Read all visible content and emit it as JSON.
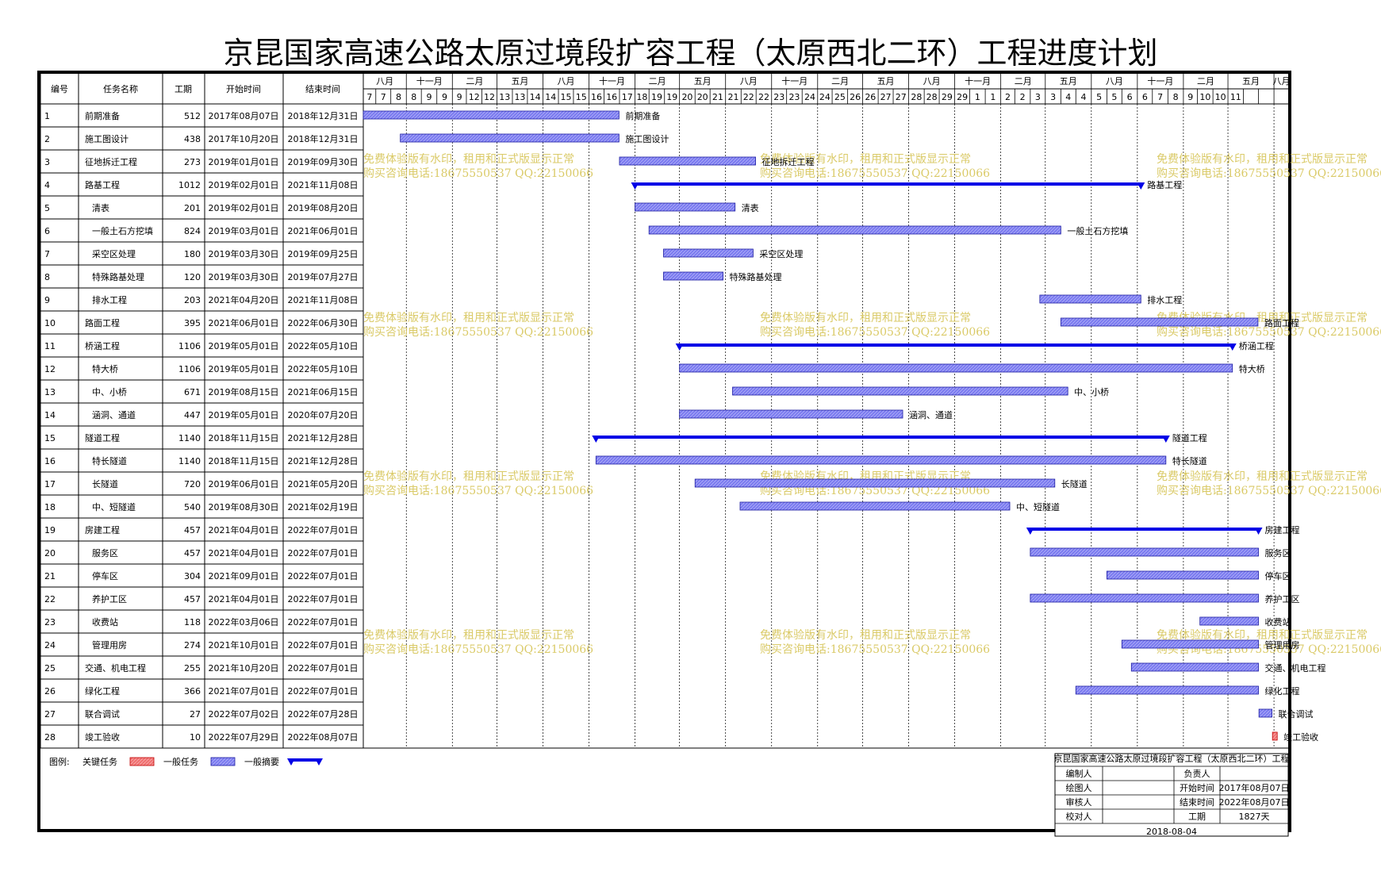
{
  "title": "京昆国家高速公路太原过境段扩容工程（太原西北二环）工程进度计划",
  "colors": {
    "normal_bar": "#7b7bf0",
    "summary_bar": "#0000e6",
    "critical_bar": "#f07070",
    "critical_text": "#e00000",
    "watermark": "#d9c860"
  },
  "table_headers": [
    "编号",
    "任务名称",
    "工期",
    "开始时间",
    "结束时间"
  ],
  "timeline_top": [
    "八月",
    "十一月",
    "二月",
    "五月",
    "八月",
    "十一月",
    "二月",
    "五月",
    "八月",
    "十一月",
    "二月",
    "五月",
    "八月",
    "十一月",
    "二月",
    "五月",
    "八月",
    "十一月",
    "二月",
    "五月",
    "八月"
  ],
  "timeline_bottom": [
    "7",
    "7",
    "8",
    "8",
    "9",
    "9",
    "9",
    "12",
    "12",
    "13",
    "13",
    "14",
    "14",
    "15",
    "15",
    "16",
    "16",
    "17",
    "18",
    "19",
    "19",
    "20",
    "20",
    "21",
    "21",
    "22",
    "22",
    "23",
    "23",
    "24",
    "24",
    "25",
    "26",
    "26",
    "27",
    "27",
    "28",
    "28",
    "29",
    "29",
    "1",
    "1",
    "2",
    "2",
    "3",
    "3",
    "4",
    "4",
    "5",
    "5",
    "6",
    "6",
    "7",
    "8",
    "9",
    "10",
    "10",
    "11"
  ],
  "legend": {
    "label": "图例:",
    "critical": "关键任务",
    "normal": "一般任务",
    "summary": "一般摘要"
  },
  "watermark": {
    "line1": "免费体验版有水印，租用和正式版显示正常",
    "line2": "购买咨询电话:18675550537 QQ:22150066"
  },
  "info_box": {
    "project": "京昆国家高速公路太原过境段扩容工程（太原西北二环）工程",
    "rows": [
      [
        "编制人",
        "",
        "负责人",
        ""
      ],
      [
        "绘图人",
        "",
        "开始时间",
        "2017年08月07日"
      ],
      [
        "审核人",
        "",
        "结束时间",
        "2022年08月07日"
      ],
      [
        "校对人",
        "",
        "工期",
        "1827天"
      ]
    ],
    "date": "2018-08-04"
  },
  "chart_data": {
    "type": "gantt",
    "title": "京昆国家高速公路太原过境段扩容工程（太原西北二环）工程进度计划",
    "x_range": [
      "2017-08-07",
      "2022-08-31"
    ],
    "tasks": [
      {
        "id": "1",
        "name": "前期准备",
        "duration": "512",
        "start": "2017年08月07日",
        "end": "2018年12月31日",
        "s": "2017-08-07",
        "e": "2018-12-31",
        "kind": "normal",
        "indent": 0
      },
      {
        "id": "2",
        "name": "施工图设计",
        "duration": "438",
        "start": "2017年10月20日",
        "end": "2018年12月31日",
        "s": "2017-10-20",
        "e": "2018-12-31",
        "kind": "normal",
        "indent": 0
      },
      {
        "id": "3",
        "name": "征地拆迁工程",
        "duration": "273",
        "start": "2019年01月01日",
        "end": "2019年09月30日",
        "s": "2019-01-01",
        "e": "2019-09-30",
        "kind": "normal",
        "indent": 0
      },
      {
        "id": "4",
        "name": "路基工程",
        "duration": "1012",
        "start": "2019年02月01日",
        "end": "2021年11月08日",
        "s": "2019-02-01",
        "e": "2021-11-08",
        "kind": "summary",
        "indent": 0
      },
      {
        "id": "5",
        "name": "清表",
        "duration": "201",
        "start": "2019年02月01日",
        "end": "2019年08月20日",
        "s": "2019-02-01",
        "e": "2019-08-20",
        "kind": "normal",
        "indent": 1
      },
      {
        "id": "6",
        "name": "一般土石方挖填",
        "duration": "824",
        "start": "2019年03月01日",
        "end": "2021年06月01日",
        "s": "2019-03-01",
        "e": "2021-06-01",
        "kind": "normal",
        "indent": 1
      },
      {
        "id": "7",
        "name": "采空区处理",
        "duration": "180",
        "start": "2019年03月30日",
        "end": "2019年09月25日",
        "s": "2019-03-30",
        "e": "2019-09-25",
        "kind": "normal",
        "indent": 1
      },
      {
        "id": "8",
        "name": "特殊路基处理",
        "duration": "120",
        "start": "2019年03月30日",
        "end": "2019年07月27日",
        "s": "2019-03-30",
        "e": "2019-07-27",
        "kind": "normal",
        "indent": 1
      },
      {
        "id": "9",
        "name": "排水工程",
        "duration": "203",
        "start": "2021年04月20日",
        "end": "2021年11月08日",
        "s": "2021-04-20",
        "e": "2021-11-08",
        "kind": "normal",
        "indent": 1
      },
      {
        "id": "10",
        "name": "路面工程",
        "duration": "395",
        "start": "2021年06月01日",
        "end": "2022年06月30日",
        "s": "2021-06-01",
        "e": "2022-06-30",
        "kind": "normal",
        "indent": 0
      },
      {
        "id": "11",
        "name": "桥涵工程",
        "duration": "1106",
        "start": "2019年05月01日",
        "end": "2022年05月10日",
        "s": "2019-05-01",
        "e": "2022-05-10",
        "kind": "summary",
        "indent": 0
      },
      {
        "id": "12",
        "name": "特大桥",
        "duration": "1106",
        "start": "2019年05月01日",
        "end": "2022年05月10日",
        "s": "2019-05-01",
        "e": "2022-05-10",
        "kind": "normal",
        "indent": 1
      },
      {
        "id": "13",
        "name": "中、小桥",
        "duration": "671",
        "start": "2019年08月15日",
        "end": "2021年06月15日",
        "s": "2019-08-15",
        "e": "2021-06-15",
        "kind": "normal",
        "indent": 1
      },
      {
        "id": "14",
        "name": "涵洞、通道",
        "duration": "447",
        "start": "2019年05月01日",
        "end": "2020年07月20日",
        "s": "2019-05-01",
        "e": "2020-07-20",
        "kind": "normal",
        "indent": 1
      },
      {
        "id": "15",
        "name": "隧道工程",
        "duration": "1140",
        "start": "2018年11月15日",
        "end": "2021年12月28日",
        "s": "2018-11-15",
        "e": "2021-12-28",
        "kind": "summary",
        "indent": 0
      },
      {
        "id": "16",
        "name": "特长隧道",
        "duration": "1140",
        "start": "2018年11月15日",
        "end": "2021年12月28日",
        "s": "2018-11-15",
        "e": "2021-12-28",
        "kind": "normal",
        "indent": 1
      },
      {
        "id": "17",
        "name": "长隧道",
        "duration": "720",
        "start": "2019年06月01日",
        "end": "2021年05月20日",
        "s": "2019-06-01",
        "e": "2021-05-20",
        "kind": "normal",
        "indent": 1
      },
      {
        "id": "18",
        "name": "中、短隧道",
        "duration": "540",
        "start": "2019年08月30日",
        "end": "2021年02月19日",
        "s": "2019-08-30",
        "e": "2021-02-19",
        "kind": "normal",
        "indent": 1
      },
      {
        "id": "19",
        "name": "房建工程",
        "duration": "457",
        "start": "2021年04月01日",
        "end": "2022年07月01日",
        "s": "2021-04-01",
        "e": "2022-07-01",
        "kind": "summary",
        "indent": 0
      },
      {
        "id": "20",
        "name": "服务区",
        "duration": "457",
        "start": "2021年04月01日",
        "end": "2022年07月01日",
        "s": "2021-04-01",
        "e": "2022-07-01",
        "kind": "normal",
        "indent": 1
      },
      {
        "id": "21",
        "name": "停车区",
        "duration": "304",
        "start": "2021年09月01日",
        "end": "2022年07月01日",
        "s": "2021-09-01",
        "e": "2022-07-01",
        "kind": "normal",
        "indent": 1
      },
      {
        "id": "22",
        "name": "养护工区",
        "duration": "457",
        "start": "2021年04月01日",
        "end": "2022年07月01日",
        "s": "2021-04-01",
        "e": "2022-07-01",
        "kind": "normal",
        "indent": 1
      },
      {
        "id": "23",
        "name": "收费站",
        "duration": "118",
        "start": "2022年03月06日",
        "end": "2022年07月01日",
        "s": "2022-03-06",
        "e": "2022-07-01",
        "kind": "normal",
        "indent": 1
      },
      {
        "id": "24",
        "name": "管理用房",
        "duration": "274",
        "start": "2021年10月01日",
        "end": "2022年07月01日",
        "s": "2021-10-01",
        "e": "2022-07-01",
        "kind": "normal",
        "indent": 1
      },
      {
        "id": "25",
        "name": "交通、机电工程",
        "duration": "255",
        "start": "2021年10月20日",
        "end": "2022年07月01日",
        "s": "2021-10-20",
        "e": "2022-07-01",
        "kind": "normal",
        "indent": 0
      },
      {
        "id": "26",
        "name": "绿化工程",
        "duration": "366",
        "start": "2021年07月01日",
        "end": "2022年07月01日",
        "s": "2021-07-01",
        "e": "2022-07-01",
        "kind": "normal",
        "indent": 0
      },
      {
        "id": "27",
        "name": "联合调试",
        "duration": "27",
        "start": "2022年07月02日",
        "end": "2022年07月28日",
        "s": "2022-07-02",
        "e": "2022-07-28",
        "kind": "normal",
        "indent": 0
      },
      {
        "id": "28",
        "name": "竣工验收",
        "duration": "10",
        "start": "2022年07月29日",
        "end": "2022年08月07日",
        "s": "2022-07-29",
        "e": "2022-08-07",
        "kind": "critical",
        "indent": 0
      }
    ]
  }
}
